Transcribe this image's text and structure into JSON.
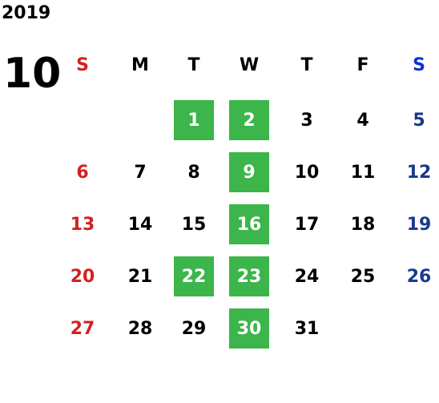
{
  "calendar": {
    "year": "2019",
    "month": "10",
    "weekdays": [
      "S",
      "M",
      "T",
      "W",
      "T",
      "F",
      "S"
    ],
    "weeks": [
      [
        null,
        null,
        {
          "day": "1",
          "hl": true
        },
        {
          "day": "2",
          "hl": true
        },
        {
          "day": "3"
        },
        {
          "day": "4"
        },
        {
          "day": "5"
        }
      ],
      [
        {
          "day": "6"
        },
        {
          "day": "7"
        },
        {
          "day": "8"
        },
        {
          "day": "9",
          "hl": true
        },
        {
          "day": "10"
        },
        {
          "day": "11"
        },
        {
          "day": "12"
        }
      ],
      [
        {
          "day": "13"
        },
        {
          "day": "14"
        },
        {
          "day": "15"
        },
        {
          "day": "16",
          "hl": true
        },
        {
          "day": "17"
        },
        {
          "day": "18"
        },
        {
          "day": "19"
        }
      ],
      [
        {
          "day": "20"
        },
        {
          "day": "21"
        },
        {
          "day": "22",
          "hl": true
        },
        {
          "day": "23",
          "hl": true
        },
        {
          "day": "24"
        },
        {
          "day": "25"
        },
        {
          "day": "26"
        }
      ],
      [
        {
          "day": "27"
        },
        {
          "day": "28"
        },
        {
          "day": "29"
        },
        {
          "day": "30",
          "hl": true
        },
        {
          "day": "31"
        },
        null,
        null
      ]
    ],
    "colors": {
      "highlight": "#3cb54a",
      "sunday": "#d42020",
      "saturday_header": "#1030d0",
      "saturday": "#1a3a8c"
    }
  }
}
